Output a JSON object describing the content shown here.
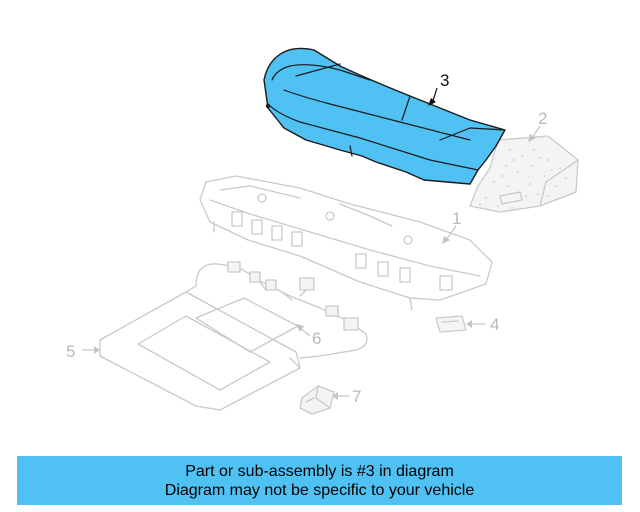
{
  "diagram": {
    "callouts": [
      {
        "id": "1",
        "label": "1",
        "highlighted": false
      },
      {
        "id": "2",
        "label": "2",
        "highlighted": false
      },
      {
        "id": "3",
        "label": "3",
        "highlighted": true
      },
      {
        "id": "4",
        "label": "4",
        "highlighted": false
      },
      {
        "id": "5",
        "label": "5",
        "highlighted": false
      },
      {
        "id": "6",
        "label": "6",
        "highlighted": false
      },
      {
        "id": "7",
        "label": "7",
        "highlighted": false
      }
    ],
    "highlight_color": "#4fc1f3",
    "muted_color": "#c9c9c9"
  },
  "banner": {
    "line1": "Part or sub-assembly is #3 in diagram",
    "line2": "Diagram may not be specific to your vehicle",
    "background": "#4fc1f3"
  }
}
